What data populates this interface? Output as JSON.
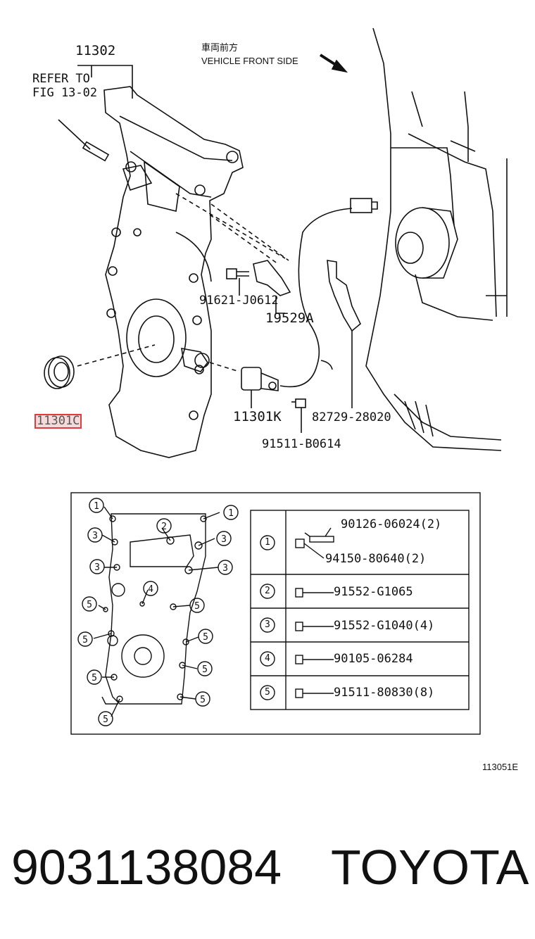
{
  "diagram": {
    "assembly_label": "11302",
    "refer_line1": "REFER TO",
    "refer_line2": "FIG 13-02",
    "front_side_jp": "車両前方",
    "front_side_en": "VEHICLE FRONT SIDE",
    "parts": [
      {
        "id": "91621-J0612"
      },
      {
        "id": "19529A"
      },
      {
        "id": "11301C",
        "highlighted": true
      },
      {
        "id": "11301K"
      },
      {
        "id": "82729-28020"
      },
      {
        "id": "91511-B0614"
      }
    ],
    "figure_code": "113051E"
  },
  "detail_view": {
    "bolt_callouts": [
      "1",
      "2",
      "3",
      "4",
      "5"
    ],
    "table": [
      {
        "ref": "1",
        "parts": [
          "90126-06024(2)",
          "94150-80640(2)"
        ]
      },
      {
        "ref": "2",
        "parts": [
          "91552-G1065"
        ]
      },
      {
        "ref": "3",
        "parts": [
          "91552-G1040(4)"
        ]
      },
      {
        "ref": "4",
        "parts": [
          "90105-06284"
        ]
      },
      {
        "ref": "5",
        "parts": [
          "91511-80830(8)"
        ]
      }
    ]
  },
  "footer": {
    "part_number": "9031138084",
    "brand": "TOYOTA"
  },
  "colors": {
    "line": "#111111",
    "highlight_border": "#e23b3b",
    "highlight_fill": "#f6dada"
  }
}
